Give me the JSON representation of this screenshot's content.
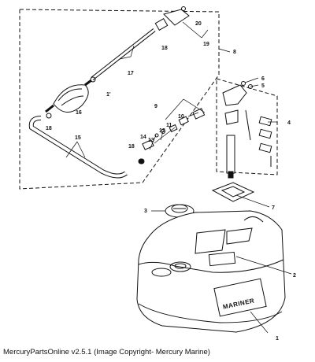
{
  "caption": "MercuryPartsOnline v2.5.1 (Image Copyright- Mercury Marine)",
  "tank_brand": "MARINER",
  "callouts": {
    "c1": "1",
    "c2": "2",
    "c3": "3",
    "c4": "4",
    "c5": "5",
    "c6": "6",
    "c7": "7",
    "c8": "8",
    "c9": "9",
    "c10": "10",
    "c11": "11",
    "c12": "12",
    "c13": "13",
    "c14": "14",
    "c15": "15",
    "c16": "16",
    "c17": "17",
    "c18a": "18",
    "c18b": "18",
    "c18c": "18",
    "c1b": "1'",
    "c19": "19",
    "c20": "20"
  }
}
